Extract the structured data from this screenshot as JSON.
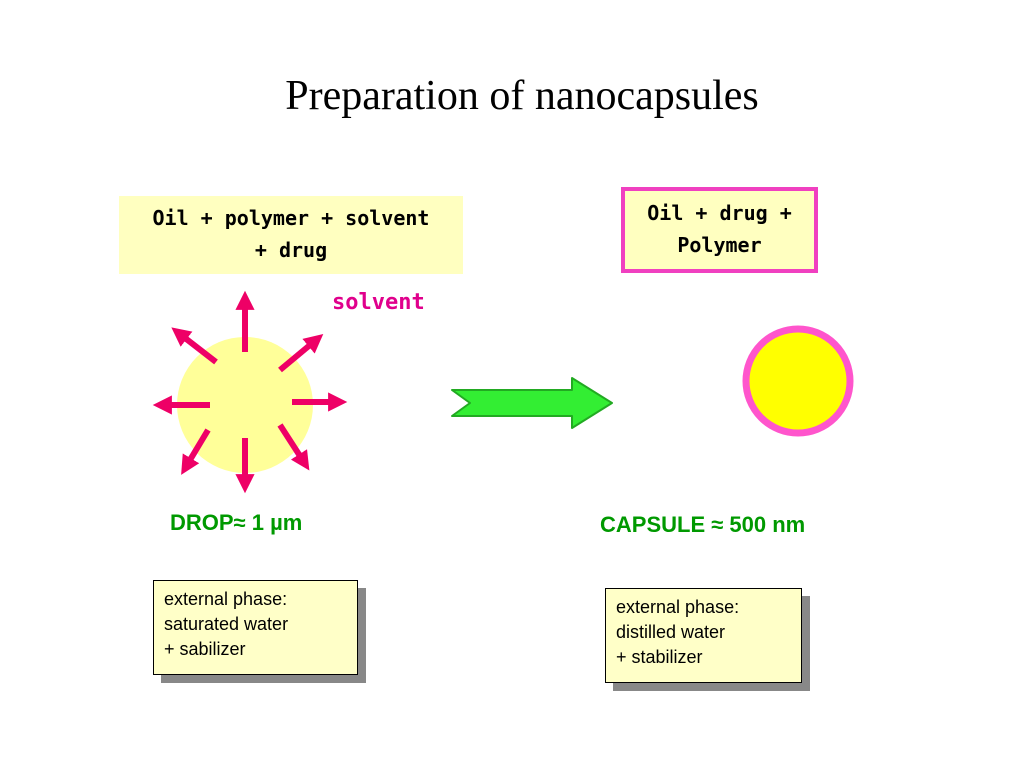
{
  "title": "Preparation of nanocapsules",
  "left_box": {
    "line1": "Oil + polymer + solvent",
    "line2": "+ drug"
  },
  "right_box": {
    "line1": "Oil + drug +",
    "line2": "Polymer"
  },
  "solvent_label": "solvent",
  "drop_label": "DROP≈ 1 µm",
  "capsule_label": "CAPSULE ≈ 500 nm",
  "left_note": {
    "line1": "external phase:",
    "line2": "saturated water",
    "line3": "+ sabilizer"
  },
  "right_note": {
    "line1": "external phase:",
    "line2": "distilled water",
    "line3": "+ stabilizer"
  },
  "colors": {
    "drop_fill": "#ffff99",
    "arrow_color": "#ee0066",
    "capsule_fill": "#ffff00",
    "capsule_border": "#ff55cc",
    "process_arrow_fill": "#33ee33",
    "process_arrow_stroke": "#22aa22",
    "label_green": "#009900",
    "label_pink": "#e0008c"
  },
  "icons": [
    "radial-arrows-icon",
    "process-arrow-icon",
    "capsule-circle-icon"
  ]
}
